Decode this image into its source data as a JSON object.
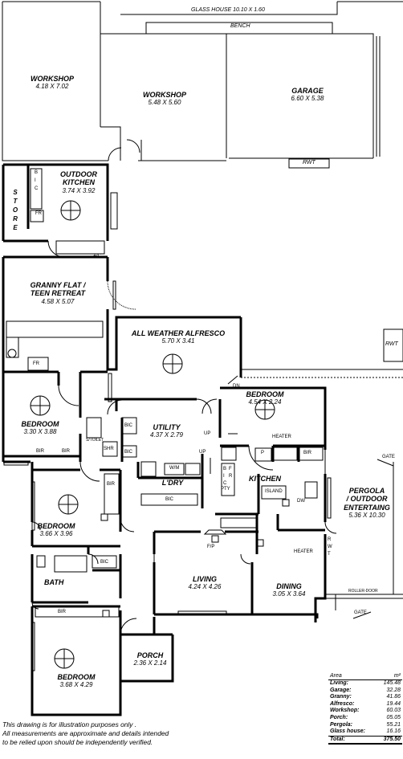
{
  "rooms": {
    "glasshouse": {
      "name": "GLASS HOUSE",
      "dims": "10.10 X 1.60"
    },
    "bench": {
      "name": "BENCH"
    },
    "workshop1": {
      "name": "WORKSHOP",
      "dims": "4.18 X 7.02"
    },
    "workshop2": {
      "name": "WORKSHOP",
      "dims": "5.48 X 5.60"
    },
    "garage": {
      "name": "GARAGE",
      "dims": "6.60 X 5.38"
    },
    "outdoor_kitchen": {
      "name1": "OUTDOOR",
      "name2": "KITCHEN",
      "dims": "3.74 X 3.92"
    },
    "store": {
      "name": "STORE"
    },
    "granny": {
      "name1": "GRANNY FLAT /",
      "name2": "TEEN RETREAT",
      "dims": "4.58 X 5.07"
    },
    "alfresco": {
      "name": "ALL WEATHER ALFRESCO",
      "dims": "5.70 X 3.41"
    },
    "bedroom_granny": {
      "name": "BEDROOM",
      "dims": "3.30 X 3.88"
    },
    "utility": {
      "name": "UTILITY",
      "dims": "4.37 X 2.79"
    },
    "bedroom_ne": {
      "name": "BEDROOM",
      "dims": "4.54 X 2.24"
    },
    "ldry": {
      "name": "L'DRY"
    },
    "kitchen": {
      "name": "KITCHEN"
    },
    "island": {
      "name": "ISLAND"
    },
    "pergola": {
      "name1": "PERGOLA",
      "name2": "/ OUTDOOR",
      "name3": "ENTERTAING",
      "dims": "5.36 X 10.30"
    },
    "bedroom_mid": {
      "name": "BEDROOM",
      "dims": "3.66 X 3.96"
    },
    "living": {
      "name": "LIVING",
      "dims": "4.24 X 4.26"
    },
    "dining": {
      "name": "DINING",
      "dims": "3.05 X 3.64"
    },
    "bath": {
      "name": "BATH"
    },
    "porch": {
      "name": "PORCH",
      "dims": "2.36 X 2.14"
    },
    "bedroom_sw": {
      "name": "BEDROOM",
      "dims": "3.68 X 4.29"
    }
  },
  "fixtures": {
    "rwt": "RWT",
    "bic": "BIC",
    "bir": "BIR",
    "b": "B",
    "i": "I",
    "c": "C",
    "f": "F",
    "r": "R",
    "p": "P",
    "w": "W",
    "t": "T",
    "fr": "FR",
    "ac": "A/C",
    "dn": "DN",
    "up": "UP",
    "heater": "HEATER",
    "pantry": "PTY",
    "dw": "DW",
    "wm": "W/M",
    "shr": "SHR",
    "stoilet": "S/TOILET",
    "fp": "F/P",
    "gate": "GATE",
    "roller_door": "ROLLER-DOOR"
  },
  "area_table": {
    "header_left": "Area",
    "header_right": "m²",
    "rows": [
      {
        "label": "Living:",
        "value": "145.48"
      },
      {
        "label": "Garage:",
        "value": "32.28"
      },
      {
        "label": "Granny:",
        "value": "41.86"
      },
      {
        "label": "Alfresco:",
        "value": "19.44"
      },
      {
        "label": "Workshop:",
        "value": "60.03"
      },
      {
        "label": "Porch:",
        "value": "05.05"
      },
      {
        "label": "Pergola:",
        "value": "55.21"
      },
      {
        "label": "Glass house:",
        "value": "16.16"
      }
    ],
    "total_label": "Total:",
    "total_value": "375.50"
  },
  "disclaimer": {
    "line1": "This drawing is for illustration purposes only .",
    "line2": "All measurements are approximate and details intended",
    "line3": "to be relied upon should be independently verified."
  }
}
